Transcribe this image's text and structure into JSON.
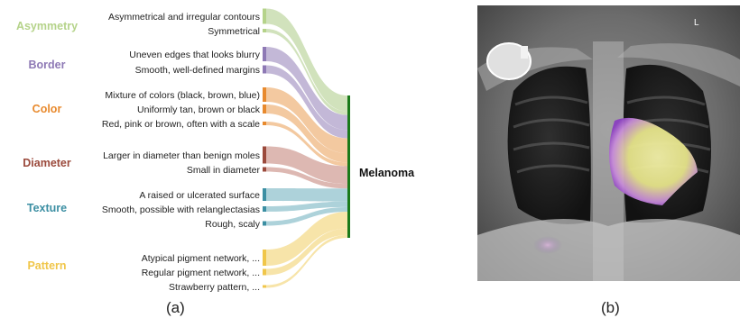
{
  "panel_a": {
    "caption": "(a)",
    "target": {
      "label": "Melanoma",
      "color": "#1a7a1a"
    },
    "categories": [
      {
        "name": "Asymmetry",
        "color": "#b5d38a",
        "flow_color": "#c9ddb0",
        "features": [
          "Asymmetrical and irregular contours",
          "Symmetrical"
        ]
      },
      {
        "name": "Border",
        "color": "#8e79b5",
        "flow_color": "#b9acd0",
        "features": [
          "Uneven edges that looks blurry",
          "Smooth, well-defined margins"
        ]
      },
      {
        "name": "Color",
        "color": "#e88a2e",
        "flow_color": "#f1bf8f",
        "features": [
          "Mixture of colors (black, brown, blue)",
          "Uniformly tan, brown or black",
          "Red, pink or brown, often with a scale"
        ]
      },
      {
        "name": "Diameter",
        "color": "#9b4a3c",
        "flow_color": "#d7aba4",
        "features": [
          "Larger in diameter than benign moles",
          "Small in diameter"
        ]
      },
      {
        "name": "Texture",
        "color": "#3c8fa3",
        "flow_color": "#9fcad4",
        "features": [
          "A raised or ulcerated surface",
          "Smooth, possible with relanglectasias",
          "Rough, scaly"
        ]
      },
      {
        "name": "Pattern",
        "color": "#f0c64a",
        "flow_color": "#f6df9a",
        "features": [
          "Atypical pigment network, ...",
          "Regular pigment network, ...",
          "Strawberry pattern, ..."
        ]
      }
    ]
  },
  "panel_b": {
    "caption": "(b)",
    "marker": "L",
    "image": "chest-xray-with-heatmap"
  }
}
